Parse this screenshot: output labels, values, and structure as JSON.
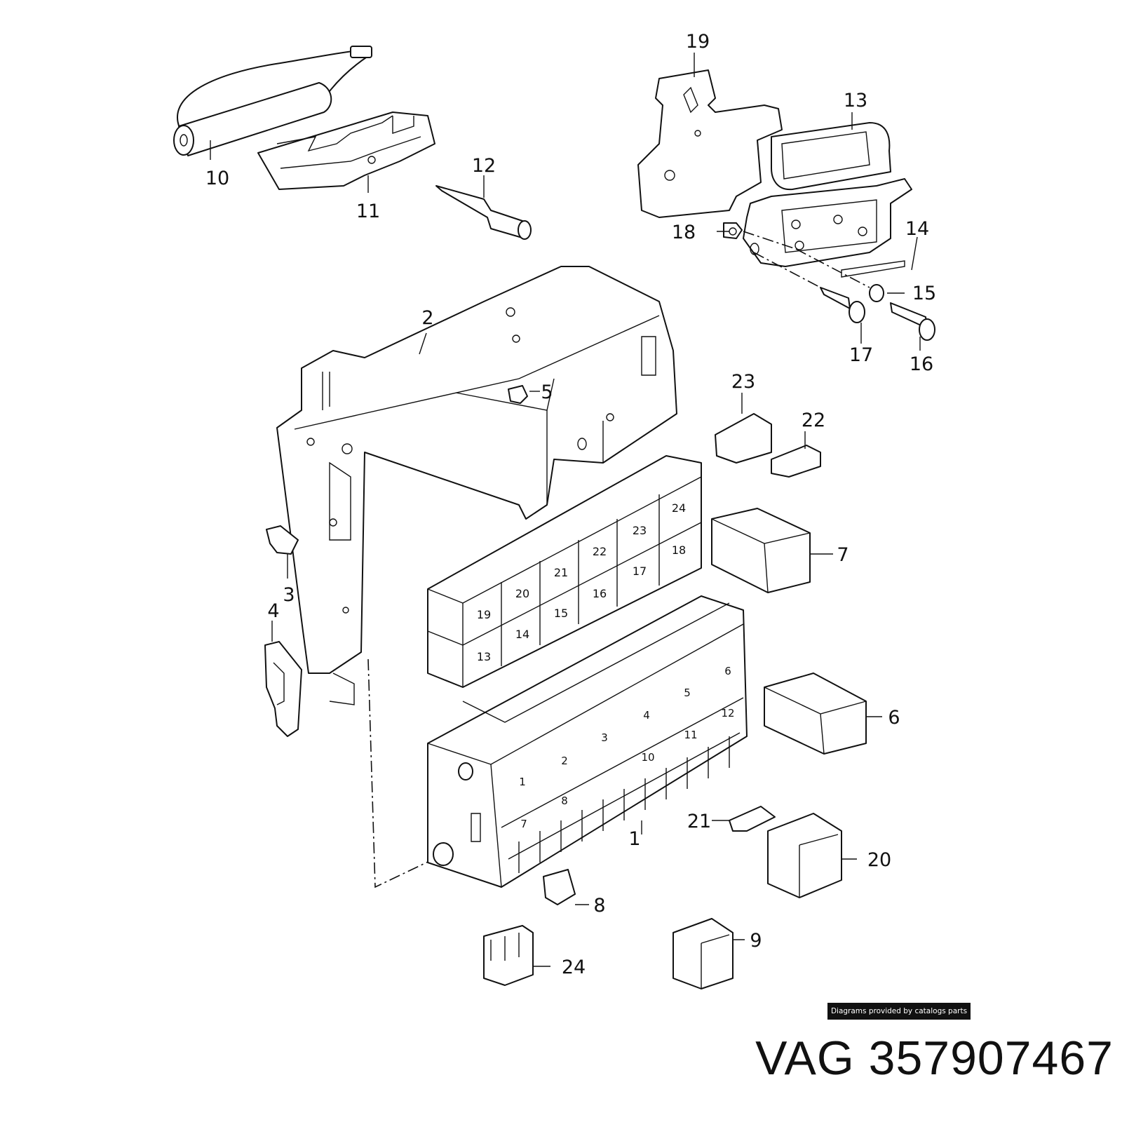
{
  "callouts": [
    "1",
    "2",
    "3",
    "4",
    "5",
    "6",
    "7",
    "8",
    "9",
    "10",
    "11",
    "12",
    "13",
    "14",
    "15",
    "16",
    "17",
    "18",
    "19",
    "20",
    "21",
    "22",
    "23",
    "24"
  ],
  "relay_labels": [
    "13",
    "14",
    "15",
    "16",
    "17",
    "18",
    "19",
    "20",
    "21",
    "22",
    "23",
    "24"
  ],
  "fuse_labels": [
    "1",
    "2",
    "3",
    "4",
    "5",
    "6",
    "7",
    "8",
    "10",
    "11",
    "12"
  ],
  "credit": "Diagrams provided by catalogs parts",
  "part_number": "VAG 357907467"
}
